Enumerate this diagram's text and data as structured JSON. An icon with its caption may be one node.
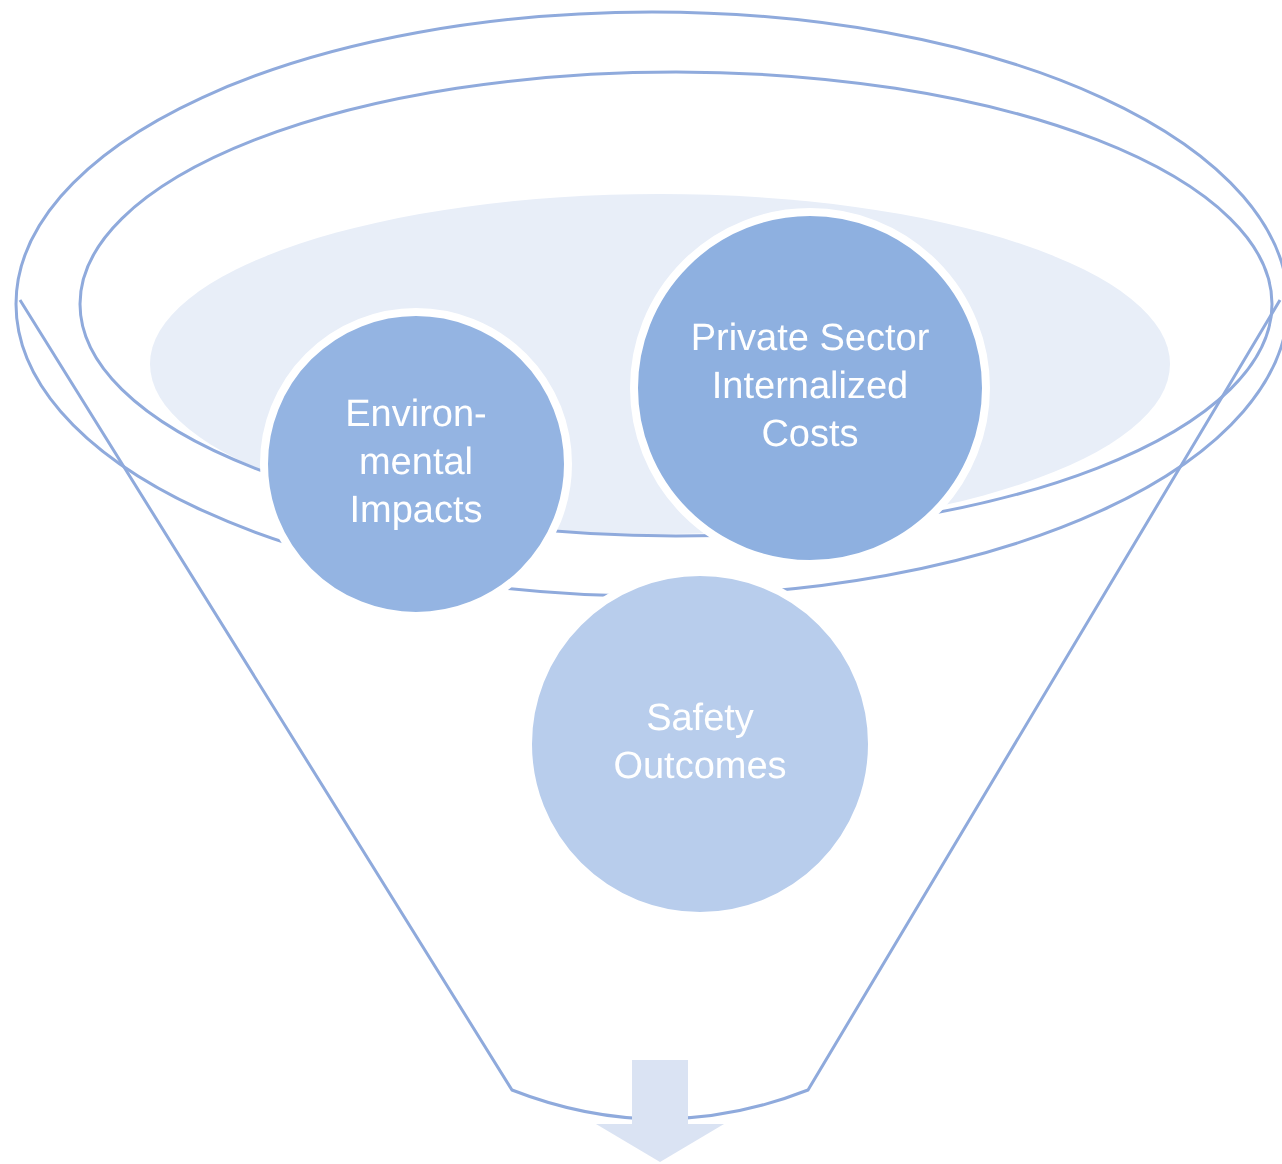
{
  "diagram": {
    "nodes": [
      {
        "text": [],
        "shape": "funnel"
      },
      {
        "text": [
          "Environ-mental Impacts"
        ],
        "in": 0
      },
      {
        "text": [
          "Private Sector Internalized Costs"
        ],
        "in": 0
      },
      {
        "text": [
          "Safety Outcomes"
        ]
      }
    ]
  }
}
